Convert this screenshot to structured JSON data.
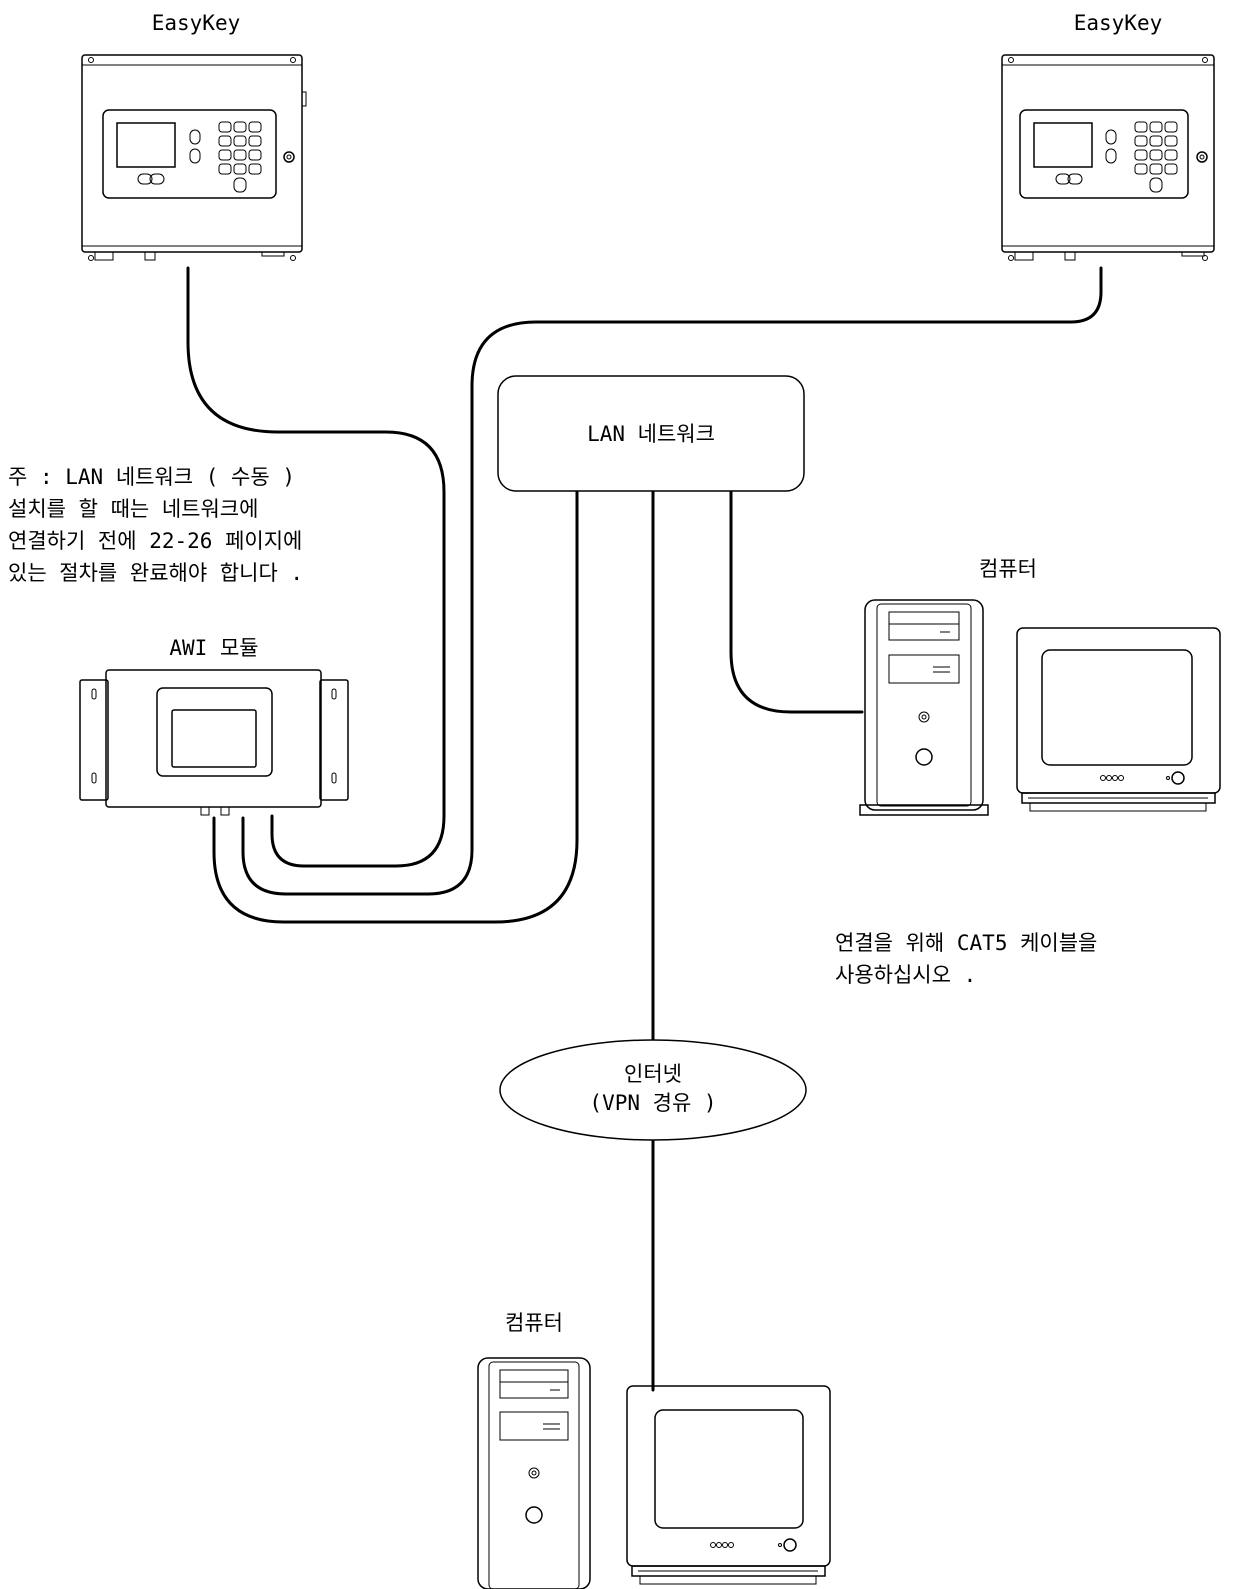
{
  "labels": {
    "easykey_left": "EasyKey",
    "easykey_right": "EasyKey",
    "lan_network": "LAN 네트워크",
    "note": [
      "주 : LAN 네트워크 ( 수동 )",
      "설치를 할 때는 네트워크에",
      "연결하기 전에 22-26 페이지에",
      "있는 절차를 완료해야 합니다 ."
    ],
    "awi_module": "AWI 모듈",
    "computer_top": "컴퓨터",
    "cable_note": [
      "연결을 위해 CAT5 케이블을",
      "사용하십시오 ."
    ],
    "internet": [
      "인터넷",
      "(VPN 경유 )"
    ],
    "computer_bottom": "컴퓨터"
  }
}
